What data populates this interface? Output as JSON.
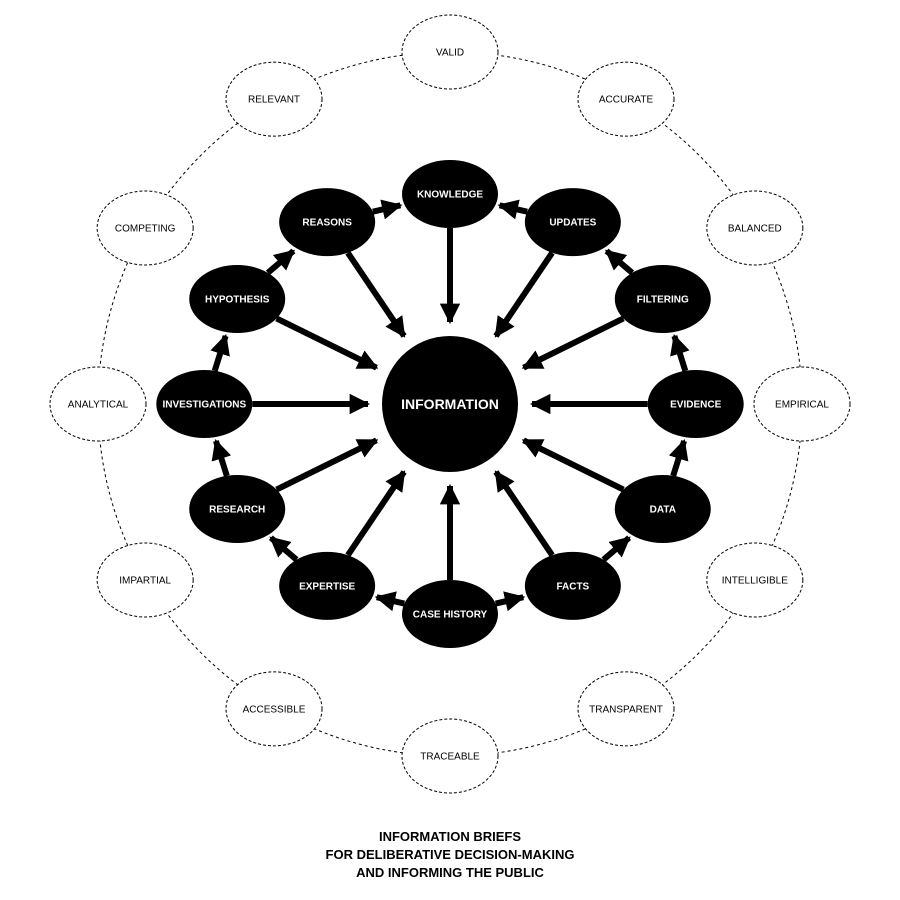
{
  "colors": {
    "fill": "#000000",
    "text": "#ffffff",
    "outline": "#000000",
    "background": "#ffffff"
  },
  "center": {
    "label": "INFORMATION"
  },
  "inner_nodes": [
    {
      "id": "knowledge",
      "label": "KNOWLEDGE"
    },
    {
      "id": "updates",
      "label": "UPDATES"
    },
    {
      "id": "filtering",
      "label": "FILTERING"
    },
    {
      "id": "evidence",
      "label": "EVIDENCE"
    },
    {
      "id": "data",
      "label": "DATA"
    },
    {
      "id": "facts",
      "label": "FACTS"
    },
    {
      "id": "case-history",
      "label": "CASE HISTORY"
    },
    {
      "id": "expertise",
      "label": "EXPERTISE"
    },
    {
      "id": "research",
      "label": "RESEARCH"
    },
    {
      "id": "investigations",
      "label": "INVESTIGATIONS"
    },
    {
      "id": "hypothesis",
      "label": "HYPOTHESIS"
    },
    {
      "id": "reasons",
      "label": "REASONS"
    }
  ],
  "outer_nodes": [
    {
      "id": "valid",
      "label": "VALID"
    },
    {
      "id": "accurate",
      "label": "ACCURATE"
    },
    {
      "id": "balanced",
      "label": "BALANCED"
    },
    {
      "id": "empirical",
      "label": "EMPIRICAL"
    },
    {
      "id": "intelligible",
      "label": "INTELLIGIBLE"
    },
    {
      "id": "transparent",
      "label": "TRANSPARENT"
    },
    {
      "id": "traceable",
      "label": "TRACEABLE"
    },
    {
      "id": "accessible",
      "label": "ACCESSIBLE"
    },
    {
      "id": "impartial",
      "label": "IMPARTIAL"
    },
    {
      "id": "analytical",
      "label": "ANALYTICAL"
    },
    {
      "id": "competing",
      "label": "COMPETING"
    },
    {
      "id": "relevant",
      "label": "RELEVANT"
    }
  ],
  "edges_to_center": [
    "knowledge",
    "updates",
    "filtering",
    "evidence",
    "data",
    "facts",
    "case-history",
    "expertise",
    "research",
    "investigations",
    "hypothesis",
    "reasons"
  ],
  "ring_edges": [
    {
      "from": "case-history",
      "to": "facts"
    },
    {
      "from": "facts",
      "to": "data"
    },
    {
      "from": "data",
      "to": "evidence"
    },
    {
      "from": "evidence",
      "to": "filtering"
    },
    {
      "from": "filtering",
      "to": "updates"
    },
    {
      "from": "updates",
      "to": "knowledge"
    },
    {
      "from": "case-history",
      "to": "expertise"
    },
    {
      "from": "expertise",
      "to": "research"
    },
    {
      "from": "research",
      "to": "investigations"
    },
    {
      "from": "investigations",
      "to": "hypothesis"
    },
    {
      "from": "hypothesis",
      "to": "reasons"
    },
    {
      "from": "reasons",
      "to": "knowledge"
    }
  ],
  "caption": {
    "line1": "INFORMATION BRIEFS",
    "line2": "FOR DELIBERATIVE DECISION-MAKING",
    "line3": "AND INFORMING THE PUBLIC"
  }
}
